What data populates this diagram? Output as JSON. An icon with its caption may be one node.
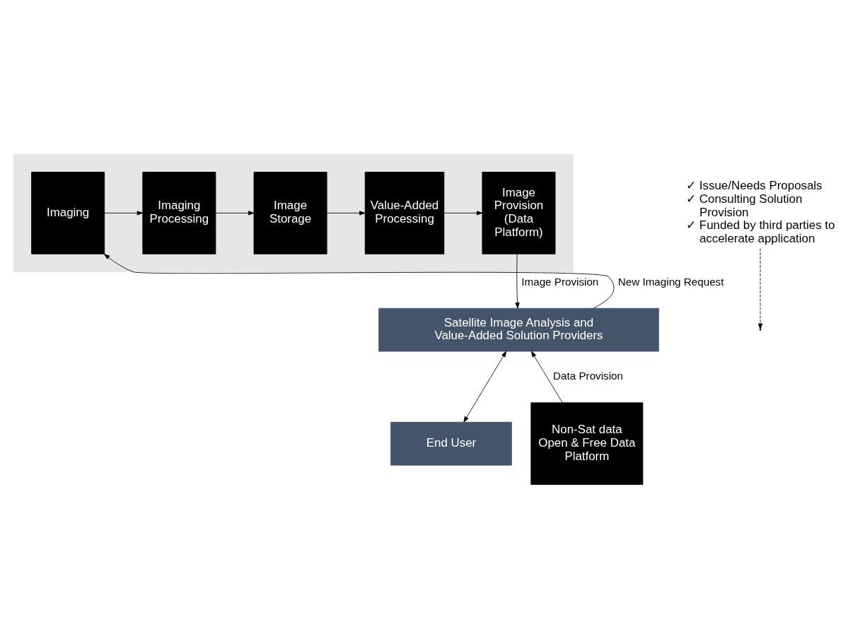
{
  "diagram": {
    "nodes": [
      {
        "text": [],
        "shape": "box"
      },
      {
        "text": [
          "Imaging"
        ],
        "in": 0
      },
      {
        "text": [
          "Imaging Processing"
        ],
        "in": 0
      },
      {
        "text": [
          "Image Storage"
        ],
        "in": 0
      },
      {
        "text": [
          "Value-Added Processing"
        ],
        "in": 0
      },
      {
        "text": [
          "Image Provision (Data Platform)"
        ],
        "in": 0
      },
      {
        "text": [
          "Satellite Image Analysis and Value-Added Solution Providers"
        ]
      },
      {
        "text": [
          "End User"
        ]
      },
      {
        "text": [
          "Non-Sat data Open & Free Data Platform"
        ]
      },
      {
        "text": [
          "✓ Issue/Needs Proposals",
          "✓ Consulting Solution Provision",
          "✓ Funded by third parties to accelerate application"
        ]
      }
    ],
    "edges": [
      {
        "from": 1,
        "to": 2,
        "arrow": "to"
      },
      {
        "from": 2,
        "to": 3,
        "arrow": "to"
      },
      {
        "from": 3,
        "to": 4,
        "arrow": "to"
      },
      {
        "from": 4,
        "to": 5,
        "arrow": "to"
      },
      {
        "from": 5,
        "to": 6,
        "arrow": "to",
        "label": "Image Provision"
      },
      {
        "from": 6,
        "to": 1,
        "arrow": "to",
        "label": "New Imaging Request"
      },
      {
        "from": 6,
        "to": 7,
        "arrow": "both"
      },
      {
        "from": 8,
        "to": 6,
        "arrow": "to",
        "label": "Data Provision"
      },
      {
        "from": 9,
        "to": null,
        "arrow": "to",
        "style": "dashed"
      }
    ]
  }
}
